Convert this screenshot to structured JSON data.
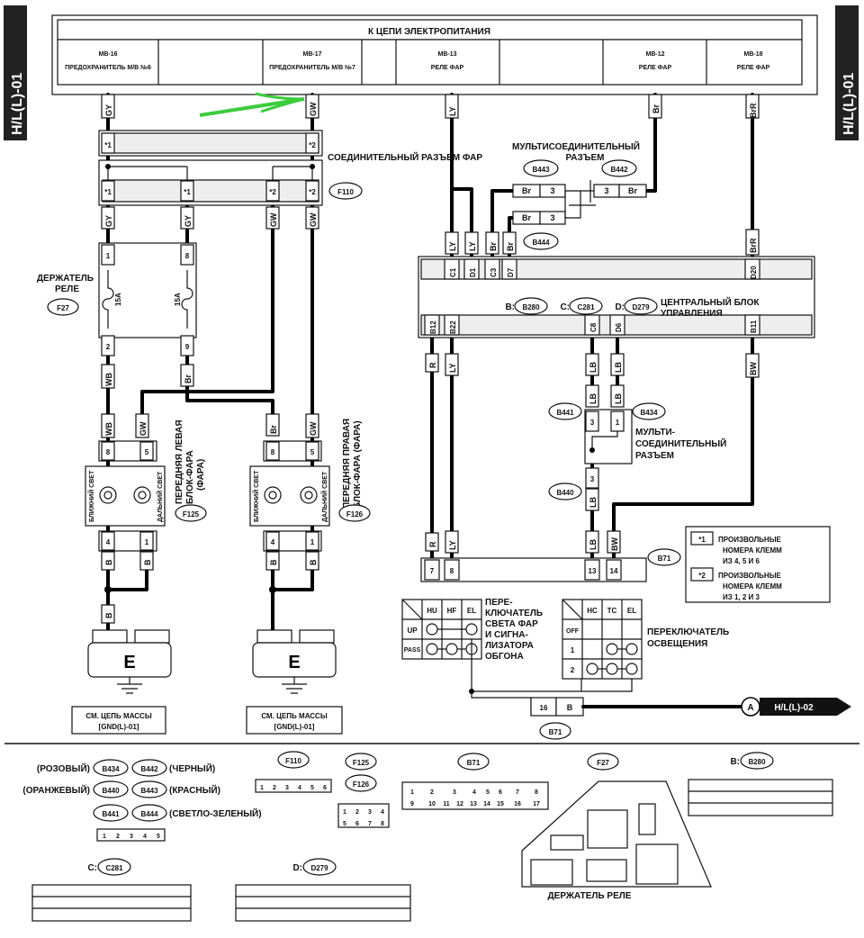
{
  "side_tabs": {
    "left": "H/L(L)-01",
    "right": "H/L(L)-01"
  },
  "power": {
    "title": "К ЦЕПИ ЭЛЕКТРОПИТАНИЯ",
    "fuses": [
      {
        "id": "MB-16",
        "name": "ПРЕДОХРАНИТЕЛЬ М/В №6",
        "wire": "GY"
      },
      {
        "id": "MB-17",
        "name": "ПРЕДОХРАНИТЕЛЬ М/В №7",
        "wire": "GW"
      },
      {
        "id": "MB-13",
        "name": "РЕЛЕ ФАР",
        "wire": "LY"
      },
      {
        "id": "MB-12",
        "name": "РЕЛЕ ФАР",
        "wire": "Br"
      },
      {
        "id": "MB-18",
        "name": "РЕЛЕ ФАР",
        "wire": "BrR"
      }
    ]
  },
  "connector_f110": {
    "label": "СОЕДИНИТЕЛЬНЫЙ РАЗЪЕМ ФАР",
    "id": "F110",
    "top": [
      "*1",
      "*2"
    ],
    "bottom": [
      "*1",
      "*1",
      "*2",
      "*2"
    ]
  },
  "wires": {
    "GY": "GY",
    "GW": "GW",
    "LY": "LY",
    "Br": "Br",
    "BrR": "BrR",
    "WB": "WB",
    "B": "B",
    "R": "R",
    "LB": "LB",
    "BW": "BW"
  },
  "relay": {
    "label1": "ДЕРЖАТЕЛЬ",
    "label2": "РЕЛЕ",
    "id": "F27",
    "pins_top": [
      "1",
      "8"
    ],
    "pins_bottom": [
      "2",
      "9"
    ],
    "fuse": "15A"
  },
  "multi_top": {
    "label1": "МУЛЬТИСОЕДИНИТЕЛЬНЫЙ",
    "label2": "РАЗЪЕМ",
    "ids": [
      "B443",
      "B442",
      "B444"
    ],
    "pin": "3"
  },
  "cbm": {
    "pins_top": [
      "C1",
      "D1",
      "C3",
      "D7",
      "D20"
    ],
    "pins_bottom": [
      "B12",
      "B22",
      "C8",
      "D6",
      "B11"
    ],
    "ids": [
      "B280",
      "C281",
      "D279"
    ],
    "prefix": [
      "B:",
      "C:",
      "D:"
    ],
    "label1": "ЦЕНТРАЛЬНЫЙ БЛОК",
    "label2": "УПРАВЛЕНИЯ"
  },
  "headlamp_left": {
    "label": [
      "ПЕРЕДНЯЯ ЛЕВАЯ",
      "БЛОК-ФАРА",
      "(ФАРА)"
    ],
    "id": "F125",
    "pins_top": [
      "8",
      "5"
    ],
    "pins_bottom": [
      "4",
      "1"
    ],
    "low": "БЛИЖНИЙ СВЕТ",
    "high": "ДАЛЬНИЙ СВЕТ"
  },
  "headlamp_right": {
    "label": [
      "ПЕРЕДНЯЯ ПРАВАЯ",
      "БЛОК-ФАРА (ФАРА)"
    ],
    "id": "F126",
    "pins_top": [
      "8",
      "5"
    ],
    "pins_bottom": [
      "4",
      "1"
    ],
    "low": "БЛИЖНИЙ СВЕТ",
    "high": "ДАЛЬНИЙ СВЕТ"
  },
  "multi_mid": {
    "label": [
      "МУЛЬТИ-",
      "СОЕДИНИТЕЛЬНЫЙ",
      "РАЗЪЕМ"
    ],
    "ids": [
      "B441",
      "B434",
      "B440"
    ],
    "pins": [
      "3",
      "1",
      "3"
    ]
  },
  "legend": [
    {
      "key": "*1",
      "text": [
        "ПРОИЗВОЛЬНЫЕ",
        "НОМЕРА КЛЕММ",
        "ИЗ 4, 5 И 6"
      ]
    },
    {
      "key": "*2",
      "text": [
        "ПРОИЗВОЛЬНЫЕ",
        "НОМЕРА КЛЕММ",
        "ИЗ 1, 2 И 3"
      ]
    }
  ],
  "b71": {
    "id": "B71",
    "pins": [
      "7",
      "8",
      "13",
      "14"
    ],
    "pin16": "16"
  },
  "dimmer_switch": {
    "cols": [
      "HU",
      "HF",
      "EL"
    ],
    "rows": [
      "UP",
      "PASS"
    ],
    "label": [
      "ПЕРЕ-",
      "КЛЮЧАТЕЛЬ",
      "СВЕТА ФАР",
      "И СИГНА-",
      "ЛИЗАТОРА",
      "ОБГОНА"
    ]
  },
  "lighting_switch": {
    "cols": [
      "HC",
      "TC",
      "EL"
    ],
    "rows": [
      "OFF",
      "1",
      "2"
    ],
    "label": [
      "ПЕРЕКЛЮЧАТЕЛЬ",
      "ОСВЕЩЕНИЯ"
    ]
  },
  "ground": {
    "sym": "E",
    "label1": "СМ. ЦЕПЬ МАССЫ",
    "label2": "[GND(L)-01]"
  },
  "link": {
    "letter": "A",
    "target": "H/L(L)-02"
  },
  "bottom": {
    "colors": [
      {
        "id": "B434",
        "color": "(РОЗОВЫЙ)"
      },
      {
        "id": "B442",
        "color": "(ЧЕРНЫЙ)"
      },
      {
        "id": "B440",
        "color": "(ОРАНЖЕВЫЙ)"
      },
      {
        "id": "B443",
        "color": "(КРАСНЫЙ)"
      },
      {
        "id": "B441",
        "color": ""
      },
      {
        "id": "B444",
        "color": "(СВЕТЛО-ЗЕЛЕНЫЙ)"
      }
    ],
    "small_pins": [
      "1",
      "2",
      "3",
      "4",
      "5"
    ],
    "f110_pins": [
      "1",
      "2",
      "3",
      "4",
      "5",
      "6"
    ],
    "f125_pins": [
      "1",
      "2",
      "3",
      "4",
      "5",
      "6",
      "7",
      "8"
    ],
    "b71_pins": [
      "1",
      "2",
      "3",
      "4",
      "5",
      "6",
      "7",
      "8",
      "9",
      "10",
      "11",
      "12",
      "13",
      "14",
      "15",
      "16",
      "17"
    ],
    "relay_holder": "ДЕРЖАТЕЛЬ РЕЛЕ"
  }
}
